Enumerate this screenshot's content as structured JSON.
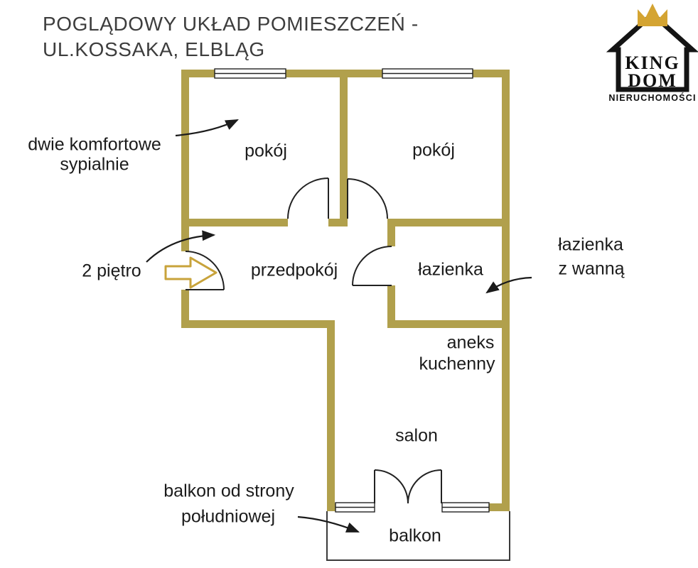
{
  "header": {
    "title_line1": "POGLĄDOWY UKŁAD POMIESZCZEŃ -",
    "title_line2": "UL.KOSSAKA, ELBLĄG"
  },
  "logo": {
    "brand_top": "KING",
    "brand_bottom": "DOM",
    "tagline": "NIERUCHOMOŚCI"
  },
  "colors": {
    "wall": "#b1a04c",
    "crown_gold": "#d4a432",
    "entry_arrow_gold": "#c8a33b",
    "text": "#1b1b1b"
  },
  "rooms": {
    "bedroom_left": "pokój",
    "bedroom_right": "pokój",
    "hallway": "przedpokój",
    "bathroom": "łazienka",
    "kitchen_line1": "aneks",
    "kitchen_line2": "kuchenny",
    "living_room": "salon",
    "balcony": "balkon"
  },
  "annotations": {
    "bedrooms_line1": "dwie komfortowe",
    "bedrooms_line2": "sypialnie",
    "floor": "2 piętro",
    "bathroom_line1": "łazienka",
    "bathroom_line2": "z wanną",
    "balcony_line1": "balkon od strony",
    "balcony_line2": "południowej"
  }
}
